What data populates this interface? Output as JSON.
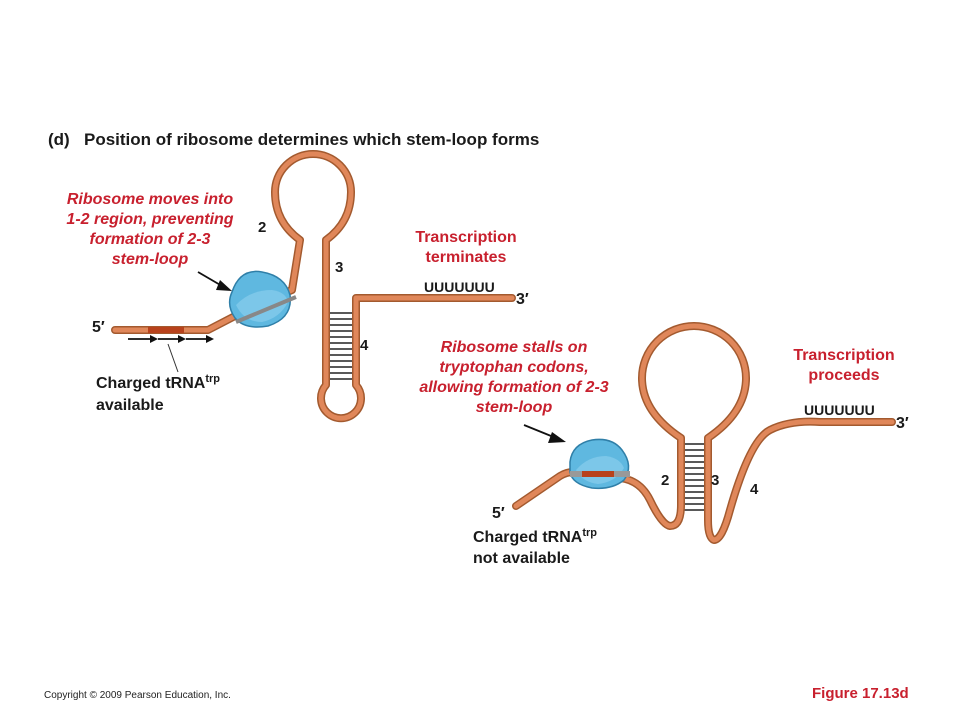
{
  "panel": {
    "letter": "(d)",
    "title": "Position of ribosome determines which stem-loop forms"
  },
  "top": {
    "ribosome_note": [
      "Ribosome moves into",
      "1-2 region, preventing",
      "formation of 2-3",
      "stem-loop"
    ],
    "result": [
      "Transcription",
      "terminates"
    ],
    "poly_u": "UUUUUUU",
    "end5": "5′",
    "end3": "3′",
    "region_2": "2",
    "region_3": "3",
    "region_4": "4",
    "trna_label": "Charged tRNA",
    "trna_sup": "trp",
    "trna_status": "available"
  },
  "bottom": {
    "ribosome_note": [
      "Ribosome stalls on",
      "tryptophan codons,",
      "allowing formation of 2-3",
      "stem-loop"
    ],
    "result": [
      "Transcription",
      "proceeds"
    ],
    "poly_u": "UUUUUUU",
    "end5": "5′",
    "end3": "3′",
    "region_2": "2",
    "region_3": "3",
    "region_4": "4",
    "trna_label": "Charged tRNA",
    "trna_sup": "trp",
    "trna_status": "not available"
  },
  "footer": {
    "copyright": "Copyright © 2009 Pearson Education, Inc.",
    "figure": "Figure 17.13d"
  },
  "colors": {
    "strand": "#e0875a",
    "strand_edge": "#a35a2f",
    "ribosome": "#5fb8e0",
    "codon": "#b8421c",
    "label_red": "#c8202e"
  }
}
